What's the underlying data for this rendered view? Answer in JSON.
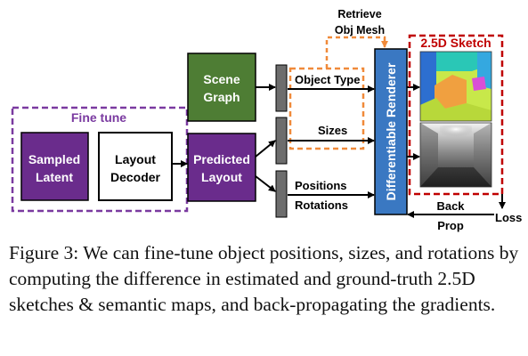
{
  "diagram": {
    "fine_tune_group": {
      "title": "Fine tune"
    },
    "sampled_latent": {
      "line1": "Sampled",
      "line2": "Latent"
    },
    "layout_decoder": {
      "line1": "Layout",
      "line2": "Decoder"
    },
    "predicted_layout": {
      "line1": "Predicted",
      "line2": "Layout"
    },
    "scene_graph": {
      "line1": "Scene",
      "line2": "Graph"
    },
    "object_type": "Object Type",
    "sizes": "Sizes",
    "positions": "Positions",
    "rotations": "Rotations",
    "retrieve_line1": "Retrieve",
    "retrieve_line2": "Obj Mesh",
    "renderer": "Differentiable Renderer",
    "sketch_title": "2.5D Sketch",
    "back_prop_line1": "Back",
    "back_prop_line2": "Prop",
    "loss": "Loss",
    "colors": {
      "purple": "#6a2c8c",
      "green": "#4e7d34",
      "blue": "#3a78c2",
      "orange": "#f08a3a",
      "red": "#c00000",
      "gray": "#6d6d6d"
    }
  },
  "caption": "Figure 3: We can fine-tune object positions, sizes, and rotations by computing the difference in estimated and ground-truth 2.5D sketches & semantic maps, and back-propagating the gradients."
}
